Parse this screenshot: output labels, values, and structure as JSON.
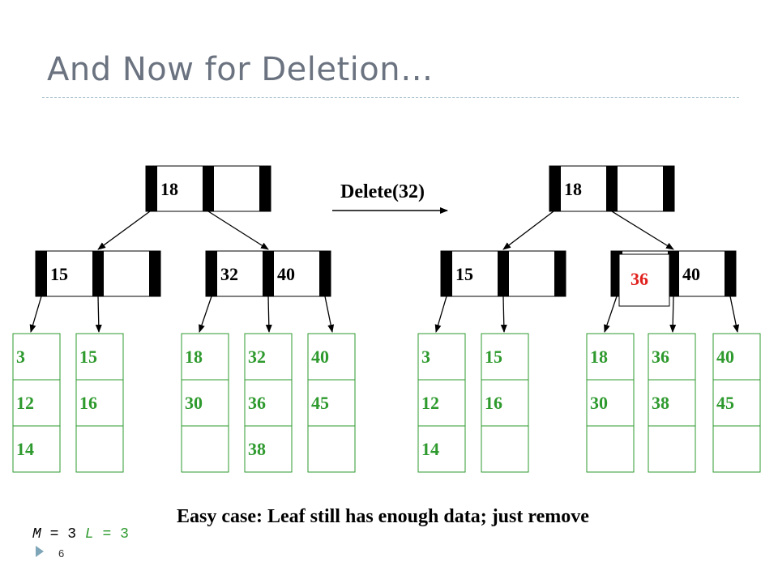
{
  "slide": {
    "title": "And Now for Deletion…",
    "page_number": "6",
    "caption": "Easy case: Leaf still has enough data; just remove",
    "operation_label": "Delete(32)",
    "params": {
      "m_label": "M",
      "m_value": "3",
      "l_label": "L",
      "l_value": "3"
    }
  },
  "colors": {
    "leaf": "#2e9a2e",
    "highlight": "#e0201c",
    "node": "#000000",
    "title": "#6b7380"
  },
  "trees": [
    {
      "name": "before",
      "root": [
        "18",
        ""
      ],
      "internals": [
        [
          "15",
          ""
        ],
        [
          "32",
          "40"
        ]
      ],
      "leaves": [
        [
          "3",
          "12",
          "14"
        ],
        [
          "15",
          "16",
          ""
        ],
        [
          "18",
          "30",
          ""
        ],
        [
          "32",
          "36",
          "38"
        ],
        [
          "40",
          "45",
          ""
        ]
      ]
    },
    {
      "name": "after",
      "root": [
        "18",
        ""
      ],
      "internals": [
        [
          "15",
          ""
        ],
        [
          "36",
          "40"
        ]
      ],
      "leaves": [
        [
          "3",
          "12",
          "14"
        ],
        [
          "15",
          "16",
          ""
        ],
        [
          "18",
          "30",
          ""
        ],
        [
          "36",
          "38",
          ""
        ],
        [
          "40",
          "45",
          ""
        ]
      ],
      "highlight_key": "36"
    }
  ]
}
